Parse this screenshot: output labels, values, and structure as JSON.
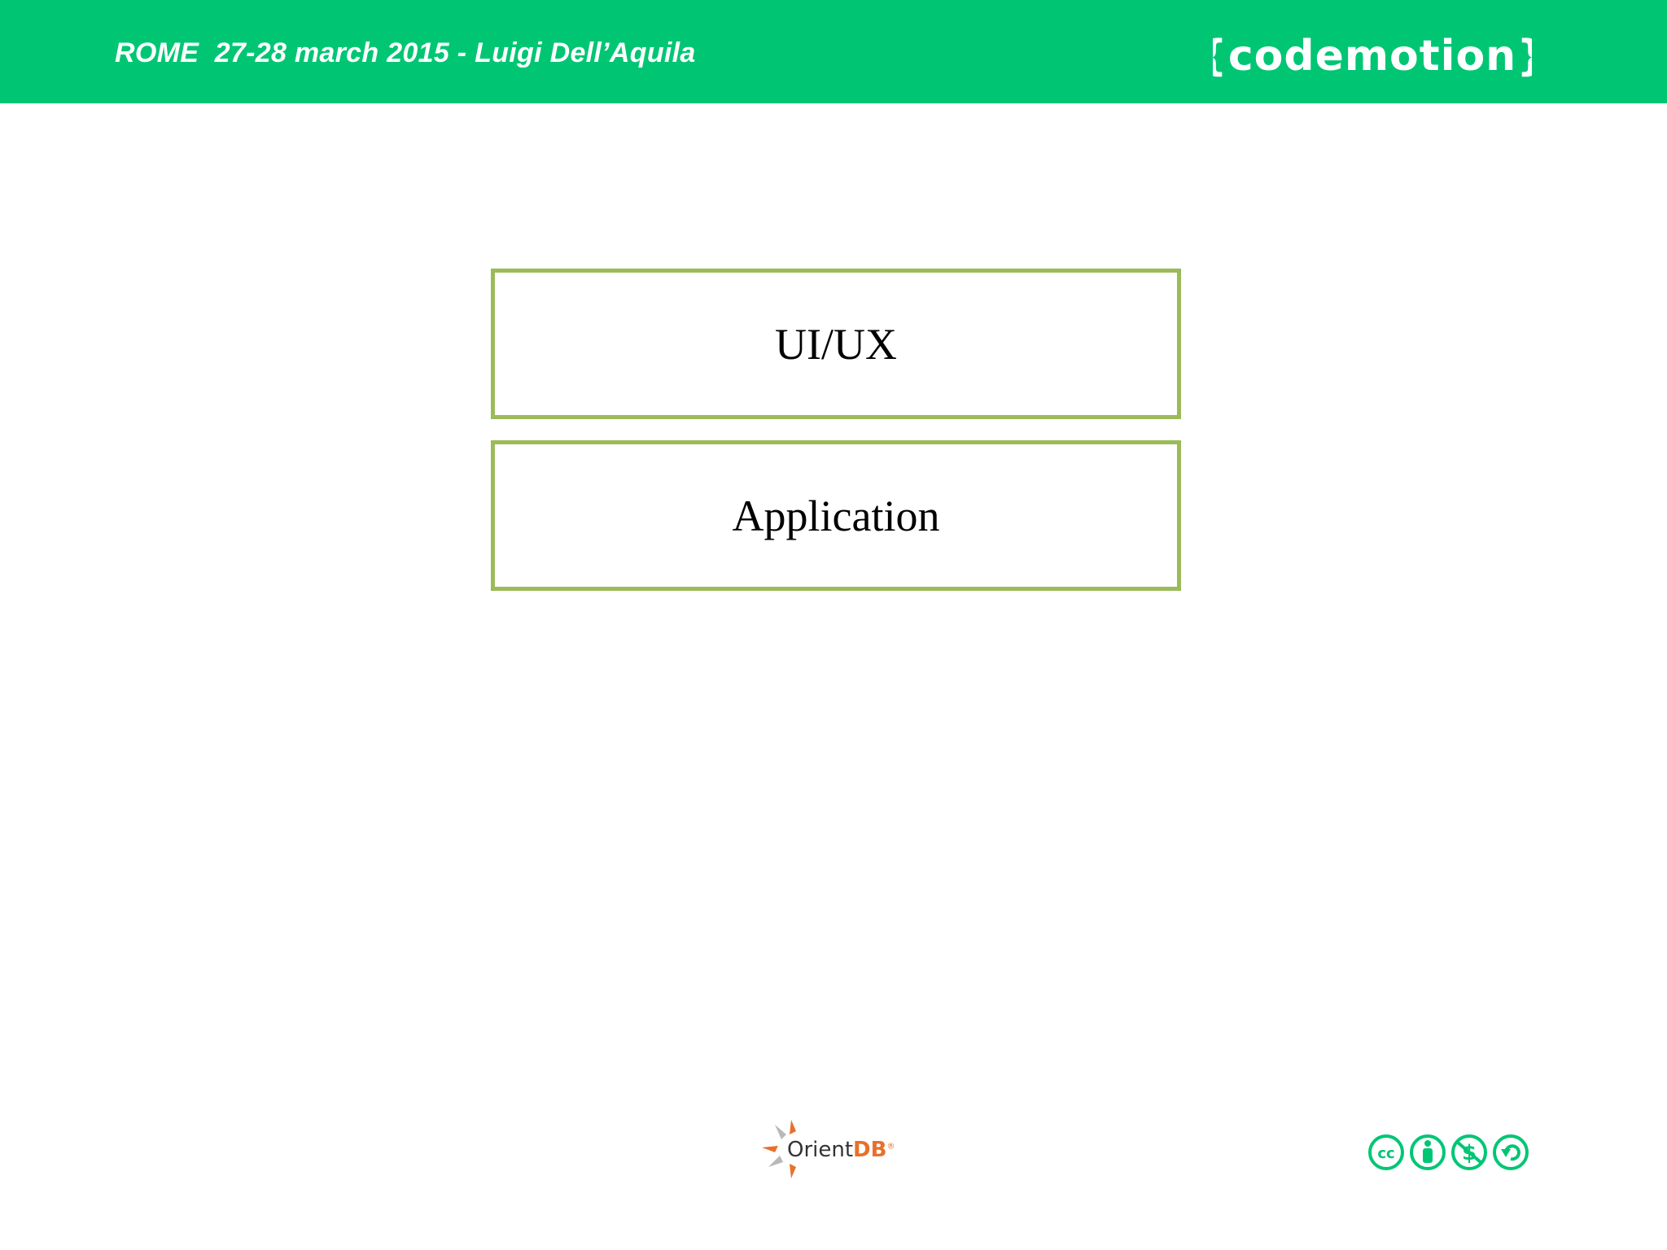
{
  "header": {
    "event_text": "ROME  27-28 march 2015 - Luigi Dell’Aquila",
    "logo_text": "{codemotion}",
    "background_color": "#00c674"
  },
  "diagram": {
    "boxes": [
      {
        "label": "UI/UX"
      },
      {
        "label": "Application"
      }
    ],
    "border_color": "#9bbb59"
  },
  "footer": {
    "orient_logo": {
      "text_main": "Orient",
      "text_accent": "DB",
      "mark": "®",
      "accent_color": "#e8702a"
    },
    "license_icons": [
      "cc-icon",
      "by-attribution-icon",
      "non-commercial-icon",
      "share-alike-icon"
    ]
  }
}
